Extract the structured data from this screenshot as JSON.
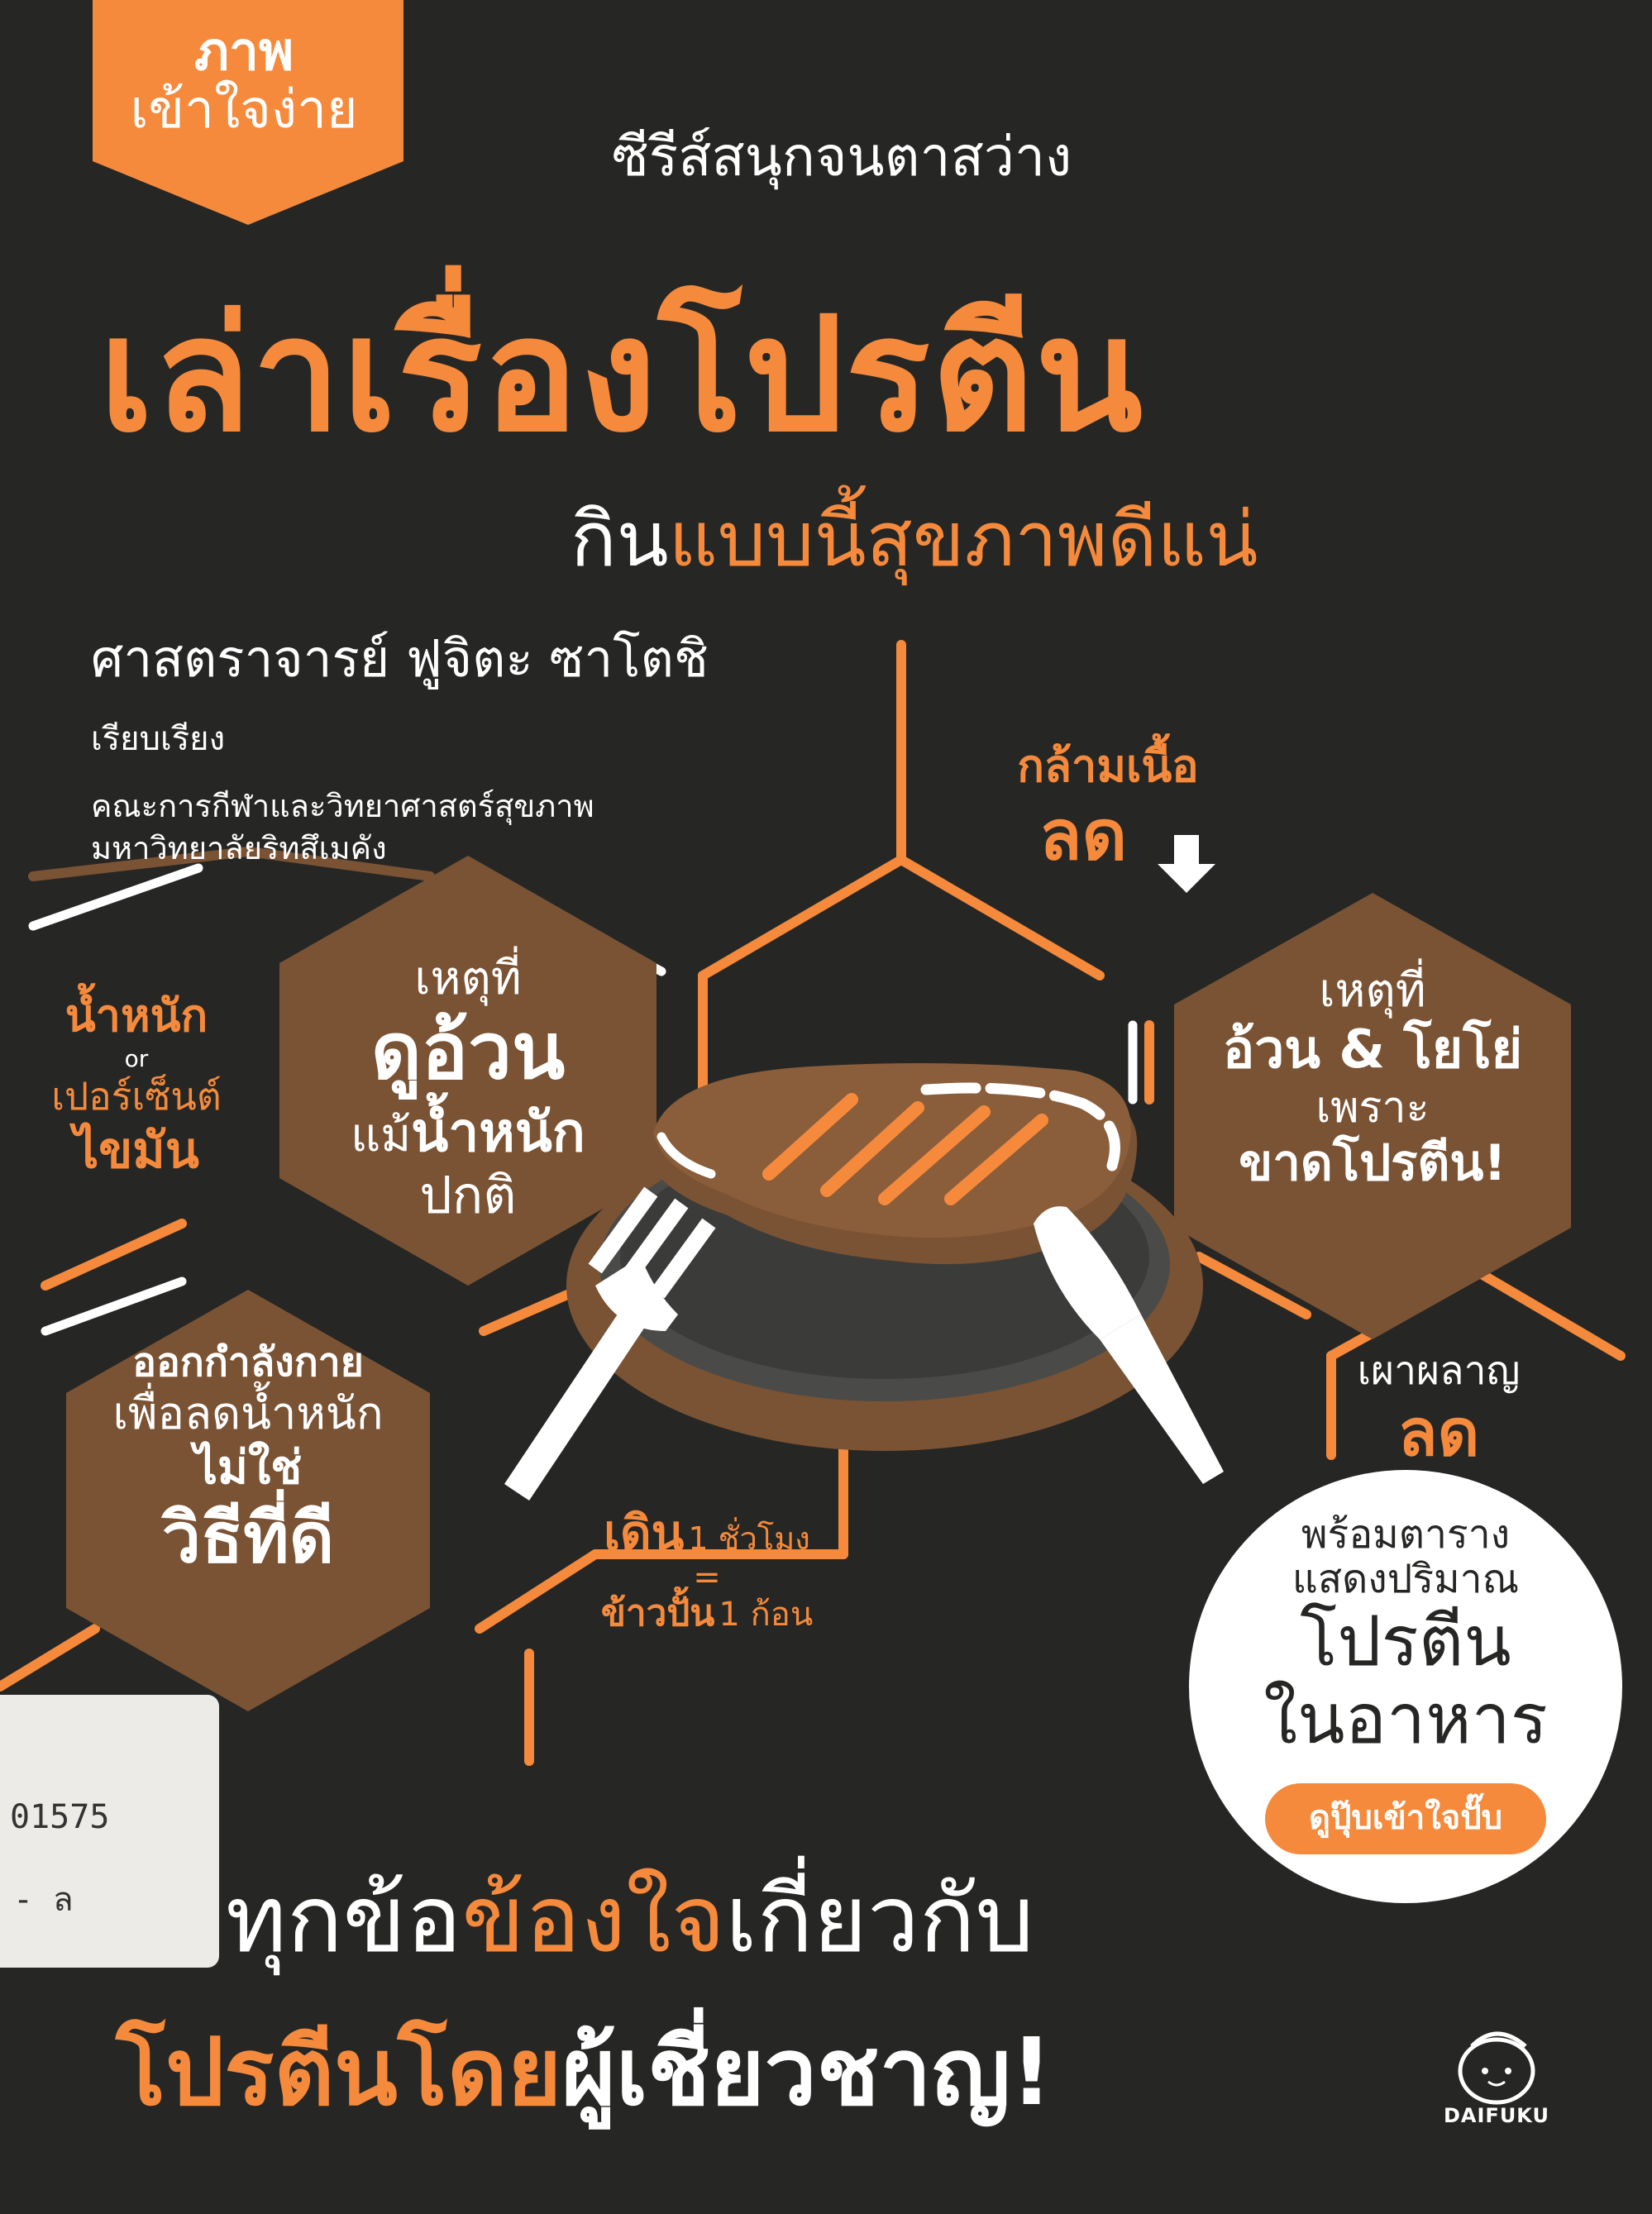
{
  "colors": {
    "background": "#262725",
    "accent": "#f58a3c",
    "hex_fill": "#7a5234",
    "white": "#ffffff"
  },
  "badge": {
    "line1": "ภาพ",
    "line2": "เข้าใจง่าย"
  },
  "series": "ซีรีส์สนุกจนตาสว่าง",
  "title": "เล่าเรื่องโปรตีน",
  "subtitle": {
    "part1": "กิน",
    "part2": "แบบนี้สุขภาพดีแน่"
  },
  "author": "ศาสตราจารย์ ฟูจิตะ ซาโตชิ",
  "compiled_by": "เรียบเรียง",
  "affiliation": {
    "line1": "คณะการกีฬาและวิทยาศาสตร์สุขภาพ",
    "line2": "มหาวิทยาลัยริทสึเมคัง"
  },
  "hexes": {
    "look_fat": {
      "line1": "เหตุที่",
      "line2": "ดูอ้วน",
      "line3a": "แม้",
      "line3b": "น้ำหนัก",
      "line4": "ปกติ"
    },
    "exercise": {
      "line1": "ออกกำลังกาย",
      "line2": "เพื่อลดน้ำหนัก",
      "line3": "ไม่ใช่",
      "line4": "วิธีที่ดี"
    },
    "yoyo": {
      "line1": "เหตุที่",
      "line2": "อ้วน & โยโย่",
      "line3": "เพราะ",
      "line4": "ขาดโปรตีน!"
    }
  },
  "labels": {
    "weight": {
      "line1": "น้ำหนัก",
      "line2": "or",
      "line3": "เปอร์เซ็นต์",
      "line4": "ไขมัน"
    },
    "muscle": {
      "line1": "กล้ามเนื้อ",
      "line2": "ลด"
    },
    "burn": {
      "line1": "เผาผลาญ",
      "line2": "ลด"
    },
    "walk": {
      "w1": "เดิน",
      "w2": "1 ชั่วโมง",
      "eq": "=",
      "r1": "ข้าวปั้น",
      "r2": "1 ก้อน"
    }
  },
  "sticker": {
    "line1": "พร้อมตาราง",
    "line2": "แสดงปริมาณ",
    "line3": "โปรตีน",
    "line4": "ในอาหาร",
    "pill": "ดูปุ๊บเข้าใจปั๊บ"
  },
  "bottom": {
    "l1a": "ไขทุกข้อ",
    "l1b": "ข้องใจ",
    "l1c": "เกี่ยวกับ",
    "l2a": "โปรตีนโดย",
    "l2b": "ผู้เชี่ยวชาญ!"
  },
  "library_label": {
    "line1": "01575",
    "line2": "- ล"
  },
  "publisher": "DAIFUKU",
  "icons": [
    "down-arrow-icon",
    "fork-icon",
    "knife-icon",
    "steak-on-plate-illustration",
    "daifuku-logo-icon"
  ]
}
